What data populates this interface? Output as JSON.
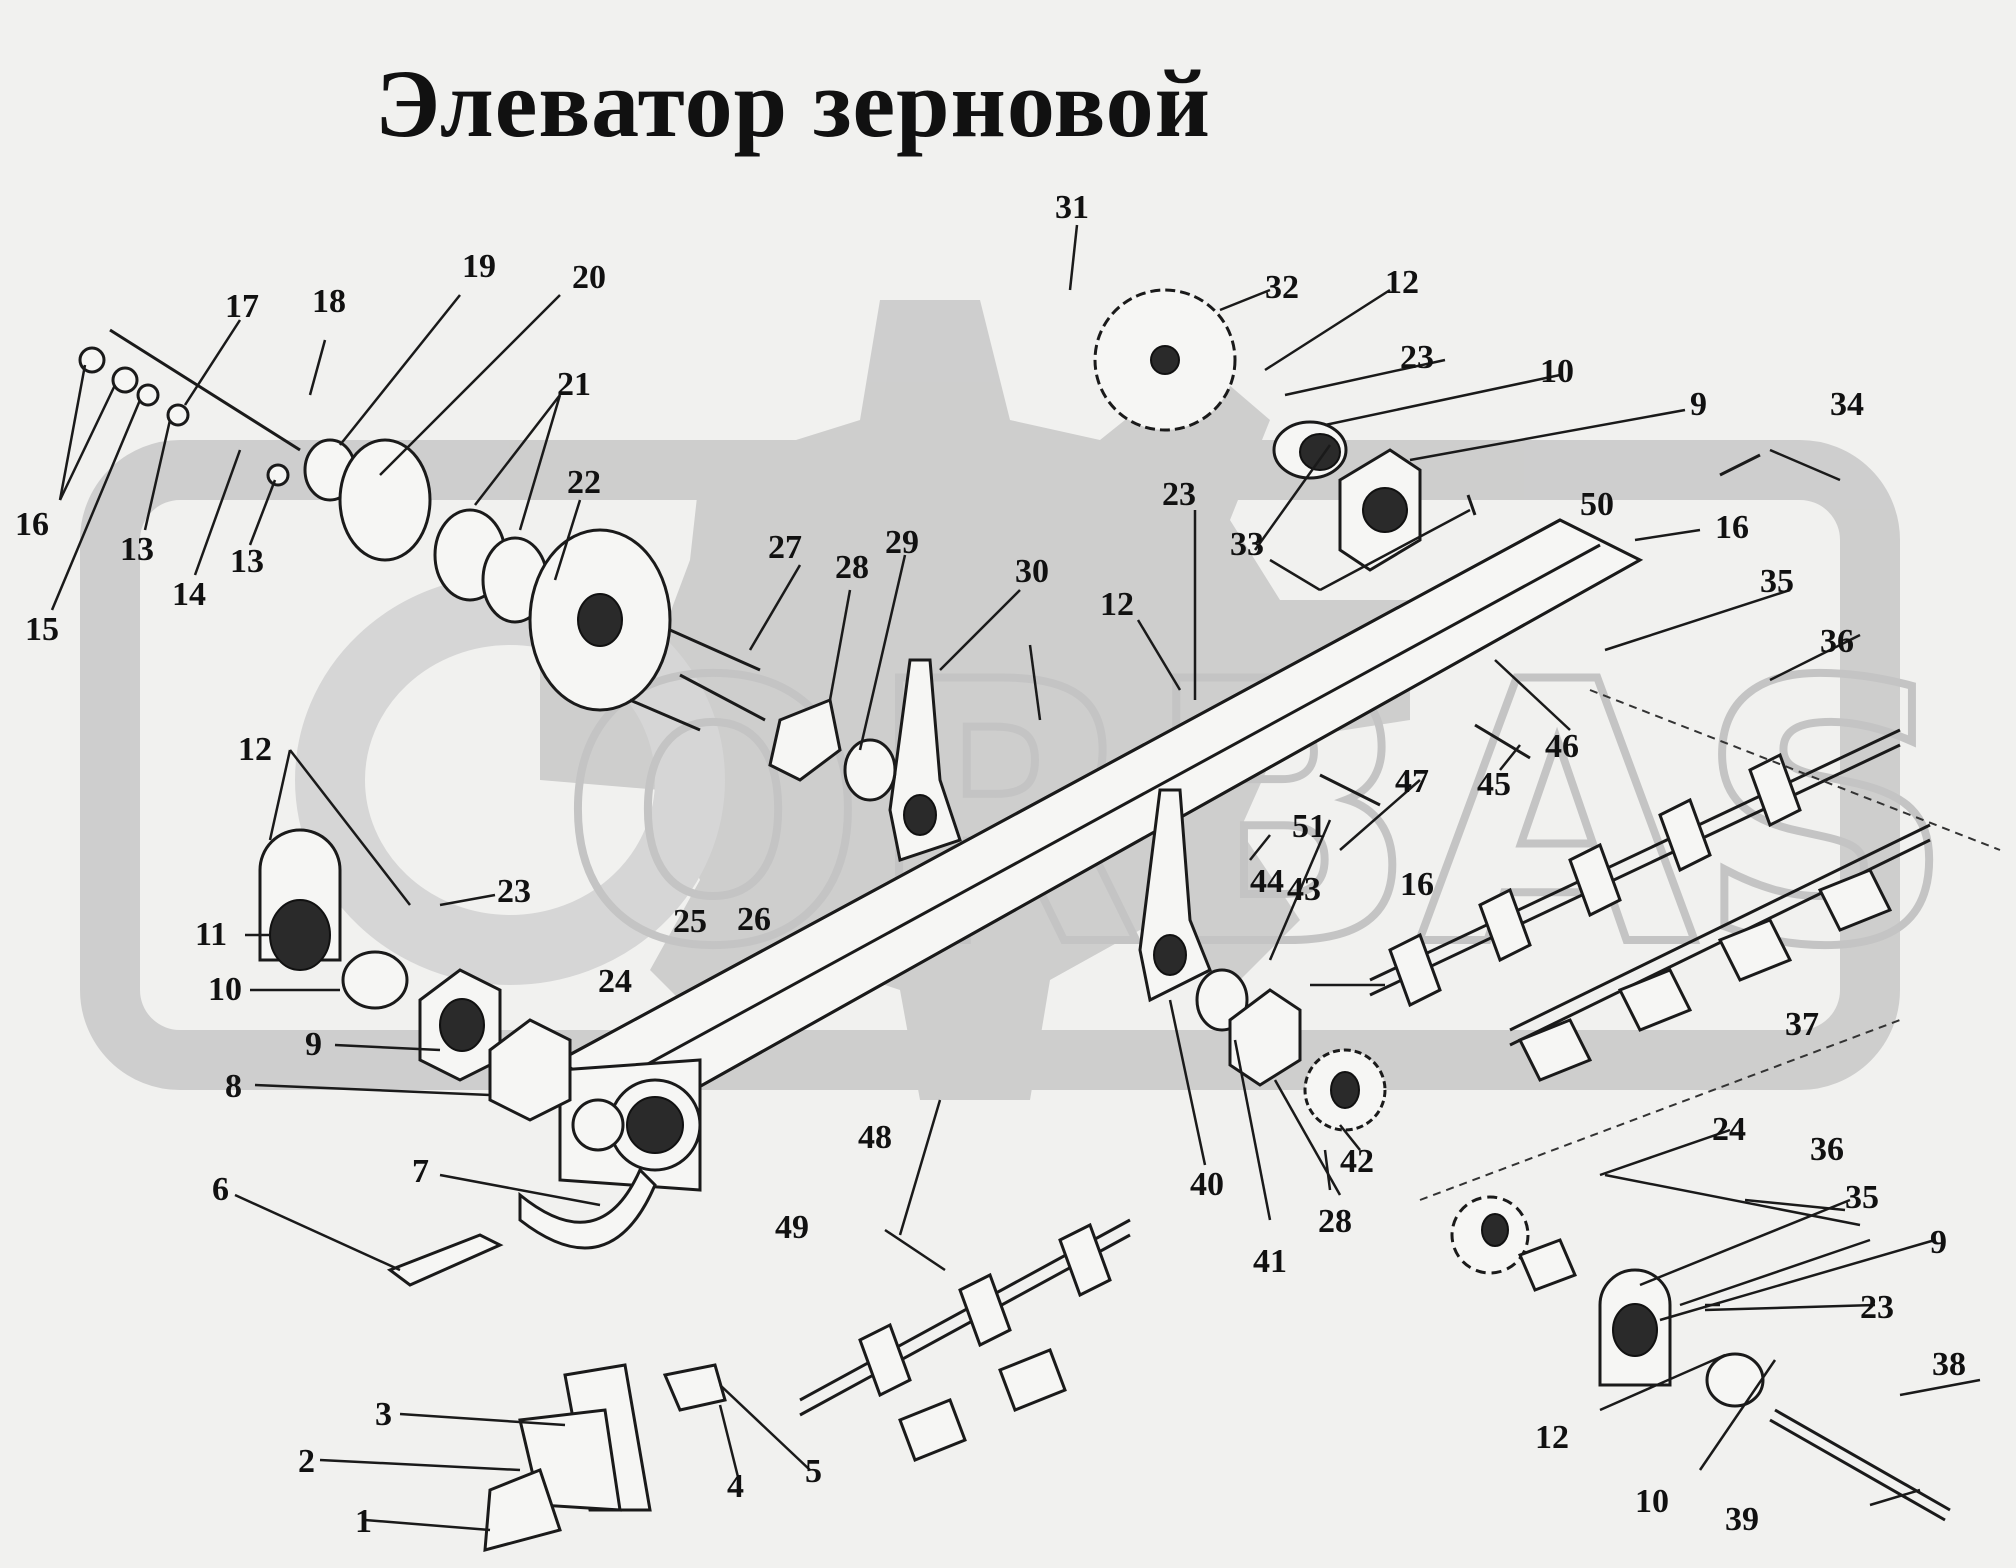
{
  "title": "Элеватор зерновой",
  "watermark": {
    "text": "ORBAS",
    "color": "#c4c4c4"
  },
  "colors": {
    "background": "#f1f1ef",
    "ink": "#1a1a1a",
    "watermark": "#c4c4c4"
  },
  "callouts": [
    {
      "num": "1"
    },
    {
      "num": "2"
    },
    {
      "num": "3"
    },
    {
      "num": "4"
    },
    {
      "num": "5"
    },
    {
      "num": "6"
    },
    {
      "num": "7"
    },
    {
      "num": "8"
    },
    {
      "num": "9"
    },
    {
      "num": "9"
    },
    {
      "num": "9"
    },
    {
      "num": "10"
    },
    {
      "num": "10"
    },
    {
      "num": "10"
    },
    {
      "num": "11"
    },
    {
      "num": "12"
    },
    {
      "num": "12"
    },
    {
      "num": "12"
    },
    {
      "num": "12"
    },
    {
      "num": "13"
    },
    {
      "num": "13"
    },
    {
      "num": "14"
    },
    {
      "num": "15"
    },
    {
      "num": "16"
    },
    {
      "num": "16"
    },
    {
      "num": "16"
    },
    {
      "num": "17"
    },
    {
      "num": "18"
    },
    {
      "num": "19"
    },
    {
      "num": "20"
    },
    {
      "num": "21"
    },
    {
      "num": "22"
    },
    {
      "num": "23"
    },
    {
      "num": "23"
    },
    {
      "num": "23"
    },
    {
      "num": "23"
    },
    {
      "num": "24"
    },
    {
      "num": "24"
    },
    {
      "num": "25"
    },
    {
      "num": "26"
    },
    {
      "num": "27"
    },
    {
      "num": "28"
    },
    {
      "num": "28"
    },
    {
      "num": "29"
    },
    {
      "num": "30"
    },
    {
      "num": "31"
    },
    {
      "num": "32"
    },
    {
      "num": "33"
    },
    {
      "num": "34"
    },
    {
      "num": "35"
    },
    {
      "num": "35"
    },
    {
      "num": "36"
    },
    {
      "num": "36"
    },
    {
      "num": "37"
    },
    {
      "num": "38"
    },
    {
      "num": "39"
    },
    {
      "num": "40"
    },
    {
      "num": "41"
    },
    {
      "num": "42"
    },
    {
      "num": "43"
    },
    {
      "num": "44"
    },
    {
      "num": "45"
    },
    {
      "num": "46"
    },
    {
      "num": "47"
    },
    {
      "num": "48"
    },
    {
      "num": "49"
    },
    {
      "num": "50"
    },
    {
      "num": "51"
    }
  ]
}
